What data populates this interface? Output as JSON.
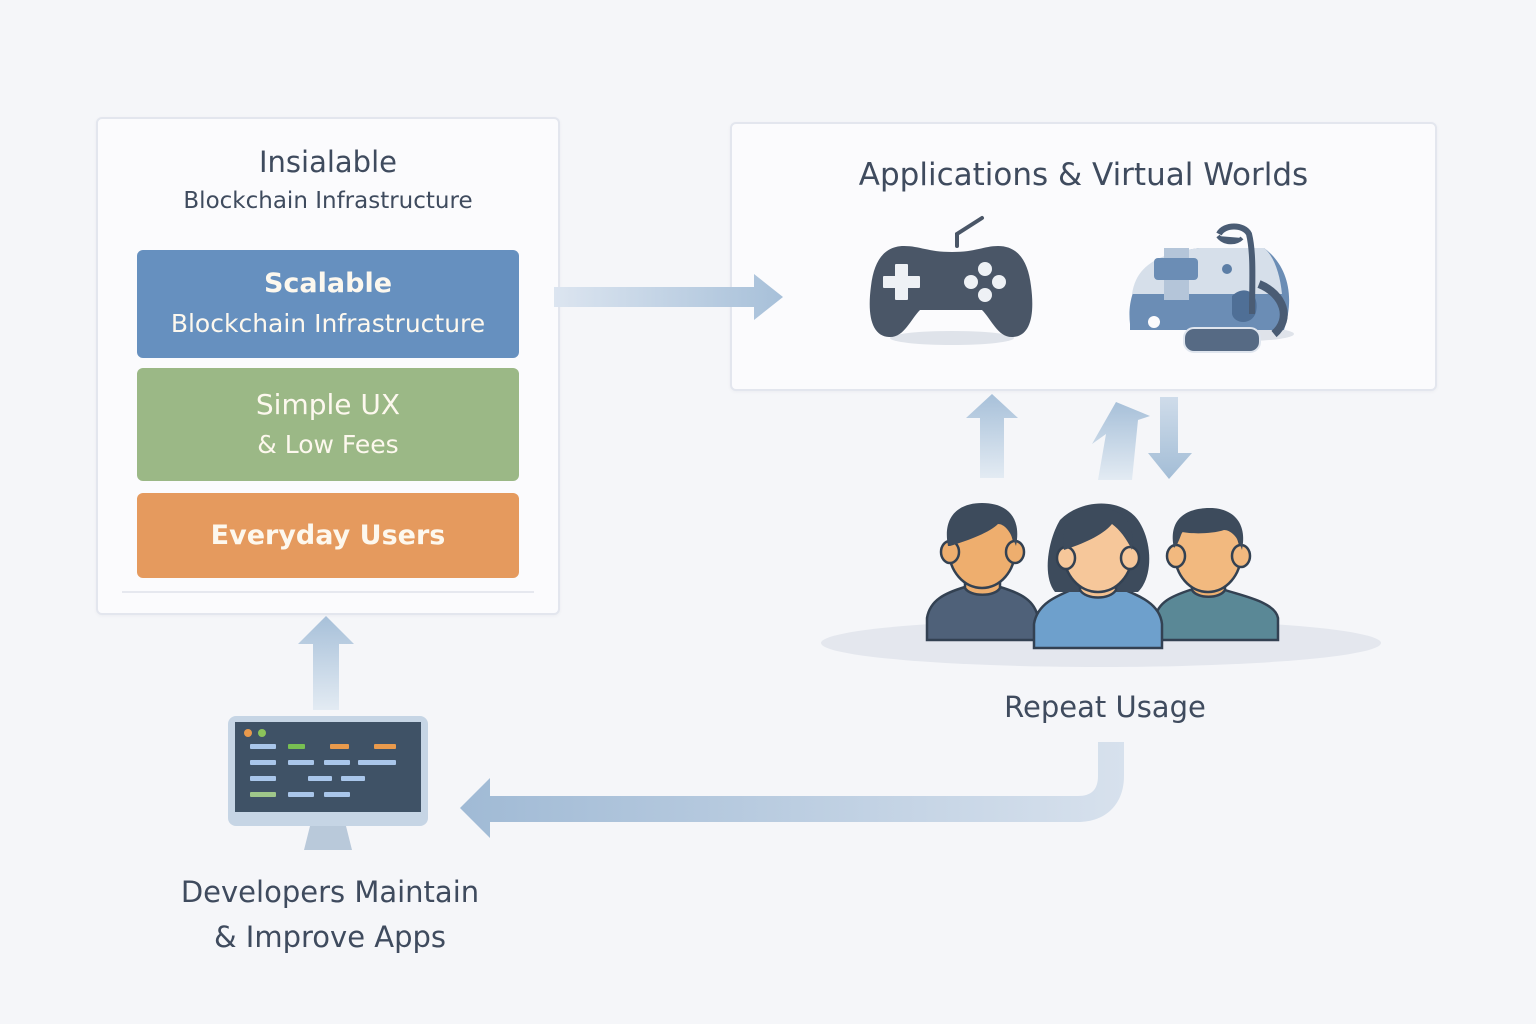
{
  "infrastructure_panel": {
    "title_line1": "Insialable",
    "title_line2": "Blockchain Infrastructure",
    "layers": [
      {
        "line1": "Scalable",
        "line2": "Blockchain Infrastructure",
        "color": "#6690bf"
      },
      {
        "line1": "Simple UX",
        "line2": "& Low Fees",
        "color": "#9bb886"
      },
      {
        "line1": "Everyday Users",
        "line2": "",
        "color": "#e59a5e"
      }
    ]
  },
  "apps_panel": {
    "title": "Applications & Virtual Worlds",
    "icons": [
      "gamepad-icon",
      "virtual-world-headset-icon"
    ]
  },
  "users_group": {
    "label": "Repeat Usage",
    "icons": [
      "user-icon",
      "user-icon",
      "user-icon"
    ]
  },
  "developers": {
    "label_line1": "Developers Maintain",
    "label_line2": "& Improve Apps",
    "icon": "code-monitor-icon"
  },
  "colors": {
    "background": "#f5f6f9",
    "text": "#3f4b5e",
    "arrow": "#a3bdd6",
    "icon_dark": "#4a5667",
    "skin": "#f0b77e"
  }
}
